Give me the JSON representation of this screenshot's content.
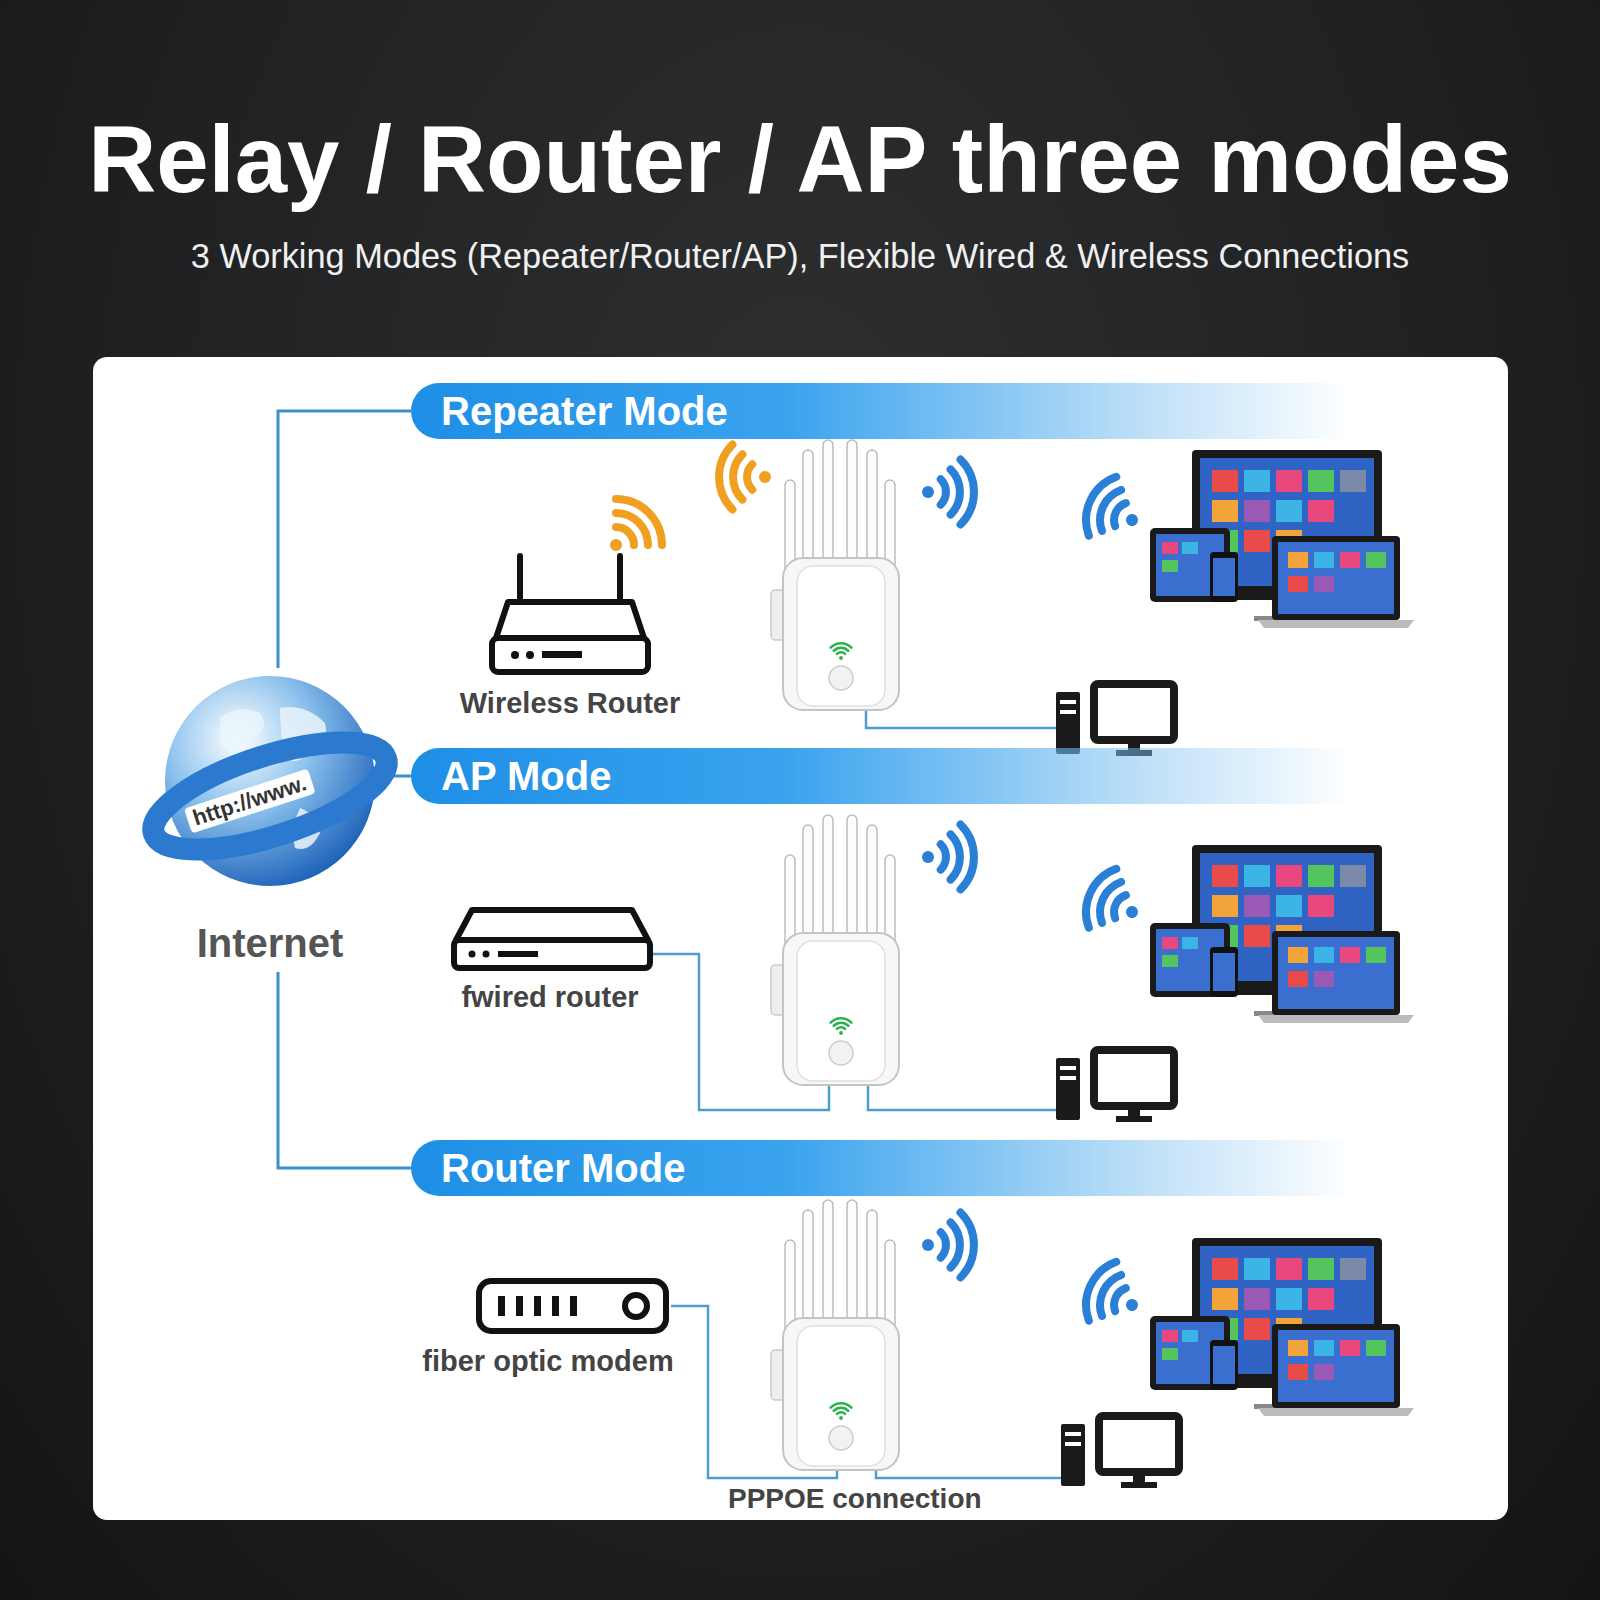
{
  "diagram": {
    "title": "Relay / Router / AP three modes",
    "caption": "3 Working Modes (Repeater/Router/AP), Flexible Wired & Wireless Connections",
    "nodes": [
      {
        "text": [
          "Repeater Mode"
        ]
      },
      {
        "text": [
          "http://www.",
          "Internet"
        ]
      },
      {
        "text": [
          "Wireless Router"
        ]
      },
      {
        "text": [
          "AP Mode"
        ]
      },
      {
        "text": [
          "fwired router"
        ]
      },
      {
        "text": [
          "Router Mode"
        ]
      },
      {
        "text": [
          "fiber optic modem"
        ]
      }
    ],
    "edges": [
      {
        "from": 1,
        "to": 0,
        "arrow": "none"
      },
      {
        "from": 1,
        "to": 3,
        "arrow": "none"
      },
      {
        "from": 1,
        "to": 5,
        "arrow": "none"
      }
    ],
    "labels": [
      "PPPOE connection"
    ]
  }
}
